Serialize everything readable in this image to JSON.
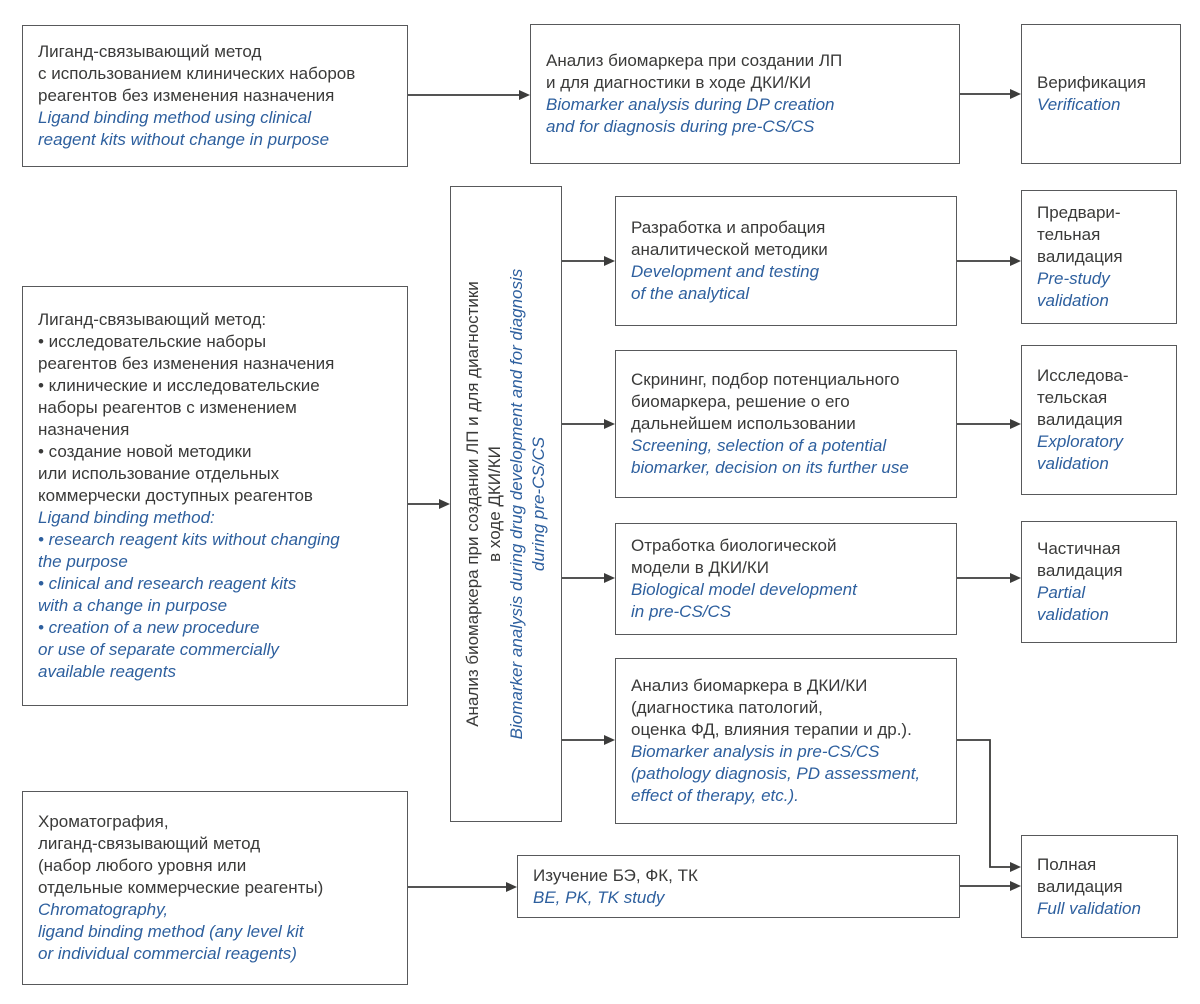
{
  "diagram": {
    "colors": {
      "box_border": "#58595b",
      "text_russian": "#3a3a39",
      "text_english_italic": "#2d5f9e",
      "arrow": "#3c3c3b",
      "background": "#ffffff"
    },
    "boxes": {
      "ligand_clinical": {
        "ru": "Лиганд-связывающий метод\nс использованием клинических наборов\nреагентов без изменения назначения",
        "en": "Ligand binding method using clinical\nreagent kits without change in purpose"
      },
      "biomarker_dp": {
        "ru": "Анализ биомаркера при создании ЛП\nи для диагностики в ходе ДКИ/КИ",
        "en": "Biomarker analysis during DP creation\nand for diagnosis during pre-CS/CS"
      },
      "verification": {
        "ru": "Верификация",
        "en": "Verification"
      },
      "ligand_research": {
        "ru": "Лиганд-связывающий метод:\n• исследовательские наборы\nреагентов без изменения назначения\n• клинические и исследовательские\nнаборы реагентов с изменением\nназначения\n• создание новой методики\nили использование отдельных\nкоммерчески доступных реагентов",
        "en": "Ligand binding method:\n• research reagent kits without changing\nthe purpose\n• clinical and research reagent kits\nwith a change in purpose\n• creation of a new procedure\nor use of separate commercially\navailable reagents"
      },
      "biomarker_vertical": {
        "ru": "Анализ биомаркера при создании ЛП и для диагностики\nв ходе ДКИ/КИ",
        "en": "Biomarker analysis during drug development and for diagnosis\nduring pre-CS/CS"
      },
      "dev_testing": {
        "ru": "Разработка и апробация\nаналитической методики",
        "en": "Development and testing\nof the analytical"
      },
      "pre_study": {
        "ru": "Предвари-\nтельная\nвалидация",
        "en": "Pre-study\nvalidation"
      },
      "screening": {
        "ru": "Скрининг, подбор потенциального\nбиомаркера, решение о его\nдальнейшем использовании",
        "en": "Screening, selection of a potential\nbiomarker, decision on its further use"
      },
      "exploratory": {
        "ru": "Исследова-\nтельская\nвалидация",
        "en": "Exploratory\nvalidation"
      },
      "biomodel": {
        "ru": "Отработка биологической\nмодели в ДКИ/КИ",
        "en": "Biological model development\nin pre-CS/CS"
      },
      "partial": {
        "ru": "Частичная\nвалидация",
        "en": "Partial\nvalidation"
      },
      "analysis_cs": {
        "ru": "Анализ биомаркера в ДКИ/КИ\n(диагностика патологий,\nоценка ФД, влияния терапии и др.).",
        "en": "Biomarker analysis in pre-CS/CS\n(pathology diagnosis, PD assessment,\neffect of therapy, etc.)."
      },
      "chromatography": {
        "ru": "Хроматография,\nлиганд-связывающий метод\n(набор любого уровня или\nотдельные коммерческие реагенты)",
        "en": "Chromatography,\nligand binding method (any level kit\nor individual commercial reagents)"
      },
      "be_pk_tk": {
        "ru": "Изучение БЭ, ФК, ТК",
        "en": "BE, PK, TK study"
      },
      "full_validation": {
        "ru": "Полная\nвалидация",
        "en": "Full validation"
      }
    },
    "connections": [
      {
        "from": "ligand_clinical",
        "to": "biomarker_dp"
      },
      {
        "from": "biomarker_dp",
        "to": "verification"
      },
      {
        "from": "ligand_research",
        "to": "biomarker_vertical"
      },
      {
        "from": "biomarker_vertical",
        "to": "dev_testing"
      },
      {
        "from": "biomarker_vertical",
        "to": "screening"
      },
      {
        "from": "biomarker_vertical",
        "to": "biomodel"
      },
      {
        "from": "biomarker_vertical",
        "to": "analysis_cs"
      },
      {
        "from": "dev_testing",
        "to": "pre_study"
      },
      {
        "from": "screening",
        "to": "exploratory"
      },
      {
        "from": "biomodel",
        "to": "partial"
      },
      {
        "from": "analysis_cs",
        "to": "full_validation"
      },
      {
        "from": "chromatography",
        "to": "be_pk_tk"
      },
      {
        "from": "be_pk_tk",
        "to": "full_validation"
      }
    ]
  }
}
